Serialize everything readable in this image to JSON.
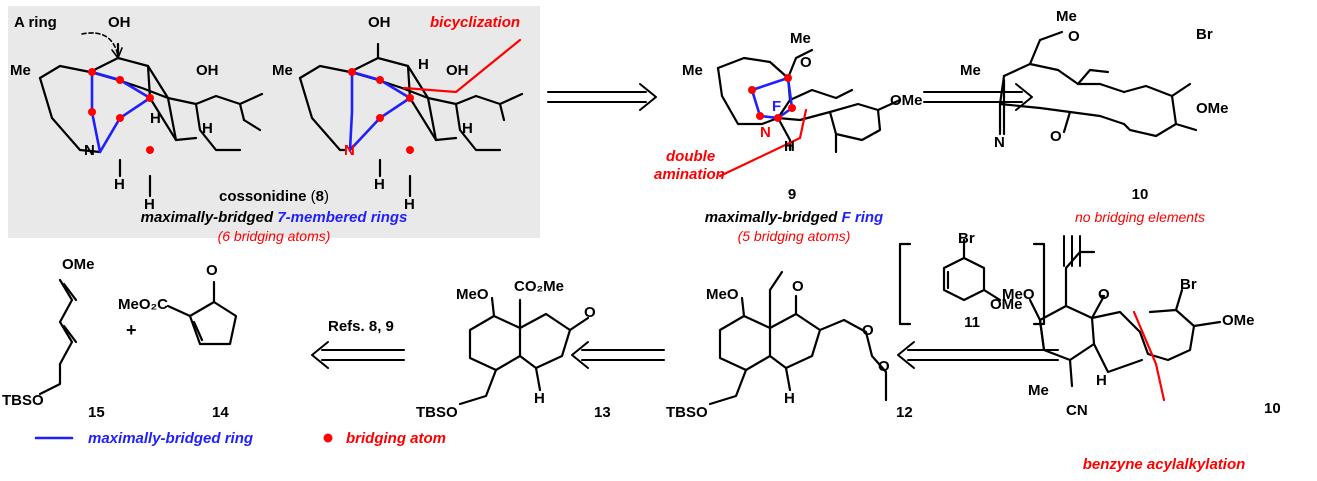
{
  "colors": {
    "bond": "#000000",
    "bridge_ring": "#1f1fff",
    "highlight": "#ff0000",
    "panel_bg": "#e9e9e9"
  },
  "target": {
    "name": "cossonidine",
    "number": "8",
    "line1_part1": "maximally-bridged ",
    "line1_part2": "7-membered rings",
    "line2": "(6 bridging atoms)",
    "a_ring_label": "A ring",
    "bicyclization_label": "bicyclization"
  },
  "compound9": {
    "number": "9",
    "line1_part1": "maximally-bridged ",
    "line1_part2": "F ring",
    "line2": "(5 bridging atoms)",
    "annotation_line1": "double",
    "annotation_line2": "amination"
  },
  "compound10_top": {
    "number": "10",
    "note": "no bridging elements"
  },
  "compound10_bottom": {
    "number": "10",
    "annotation": "benzyne acylalkylation"
  },
  "compound11": {
    "number": "11"
  },
  "compound12": {
    "number": "12"
  },
  "compound13": {
    "number": "13"
  },
  "compound14": {
    "number": "14"
  },
  "compound15": {
    "number": "15"
  },
  "plus_sign": "+",
  "refs_label": "Refs. 8, 9",
  "legend": {
    "ring_label": "maximally-bridged ring",
    "atom_label": "bridging atom"
  },
  "atoms": {
    "OH": "OH",
    "Me": "Me",
    "N": "N",
    "H": "H",
    "F": "F",
    "OMe": "OMe",
    "MeO": "MeO",
    "Br": "Br",
    "CN": "CN",
    "O": "O",
    "CO2Me": "CO₂Me",
    "MeO2C": "MeO₂C",
    "TBSO": "TBSO"
  }
}
